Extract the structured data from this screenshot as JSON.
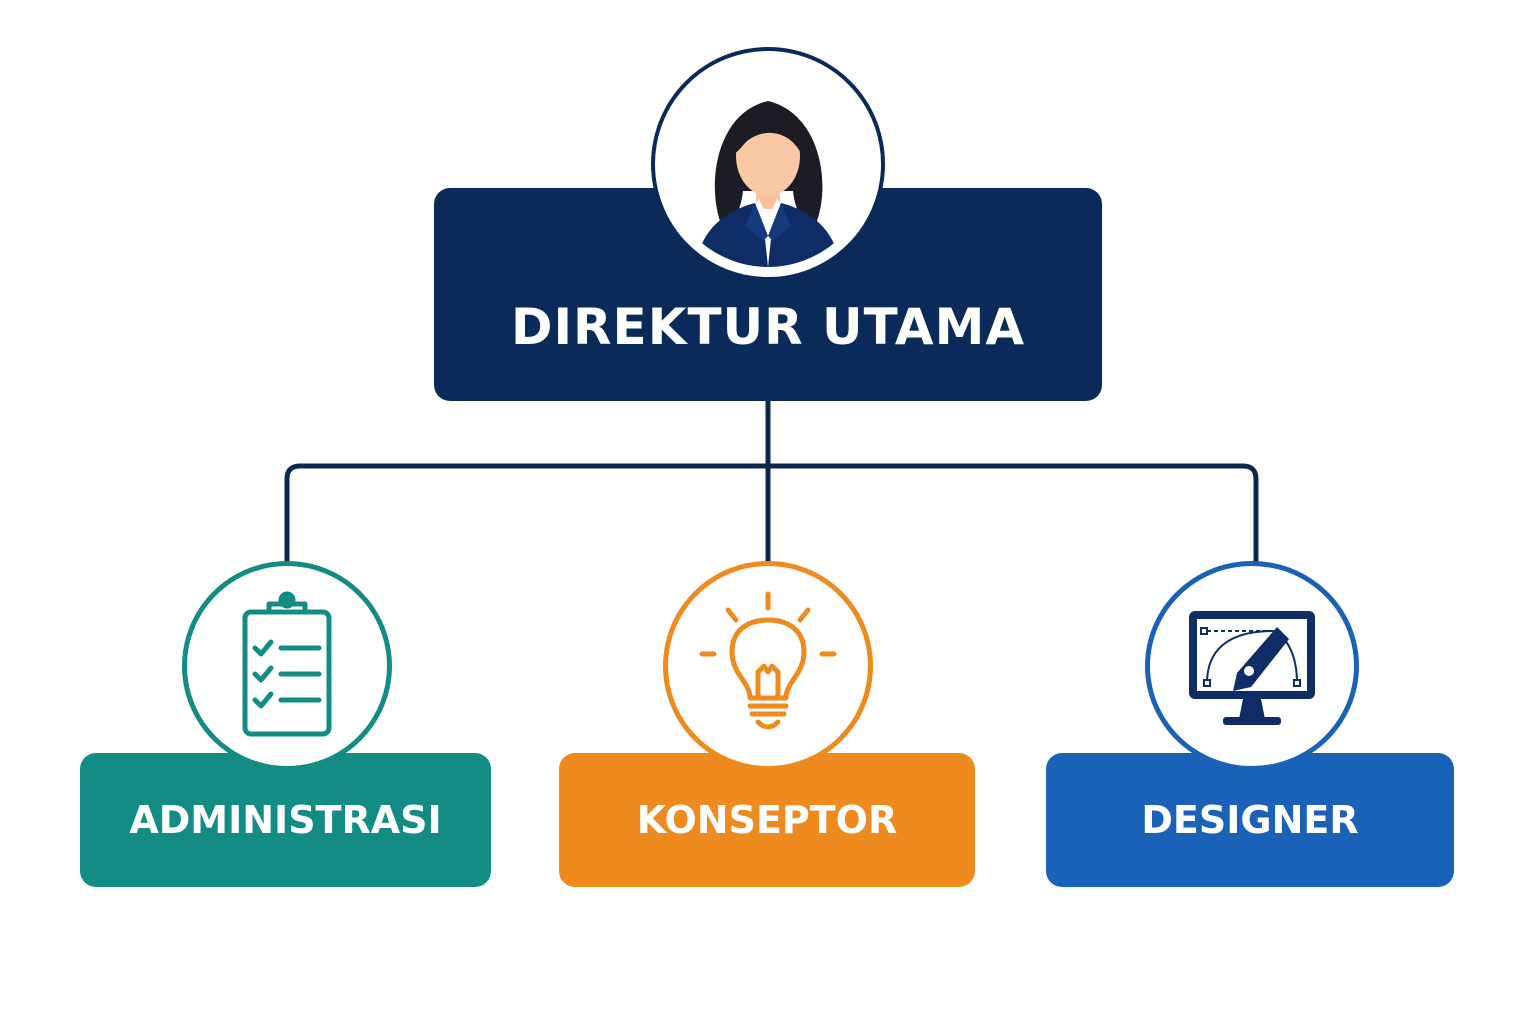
{
  "colors": {
    "director": "#0a2a5a",
    "admin": "#128c84",
    "konseptor": "#ef8a1e",
    "designer": "#1a62b8",
    "connector": "#0b2750"
  },
  "nodes": {
    "director": {
      "label": "DIREKTUR UTAMA",
      "icon": "businesswoman-avatar-icon"
    },
    "admin": {
      "label": "ADMINISTRASI",
      "icon": "clipboard-checklist-icon"
    },
    "konseptor": {
      "label": "KONSEPTOR",
      "icon": "lightbulb-icon"
    },
    "designer": {
      "label": "DESIGNER",
      "icon": "monitor-pen-tool-icon"
    }
  }
}
